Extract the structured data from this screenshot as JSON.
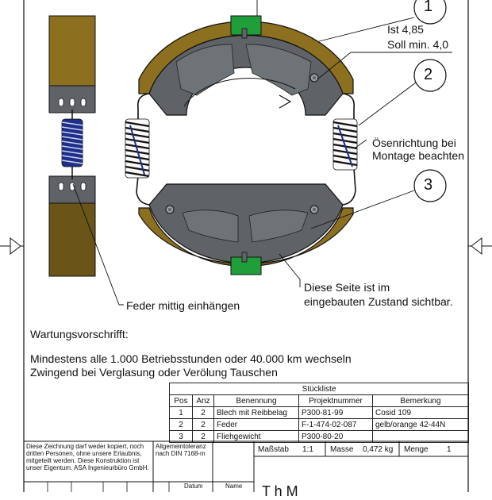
{
  "balloons": [
    "1",
    "2",
    "3"
  ],
  "callouts": {
    "measurement_line1": "Ist 4,85",
    "measurement_line2": "Soll min. 4,0",
    "eye_direction_line1": "Ösenrichtung bei",
    "eye_direction_line2": "Montage beachten",
    "visible_side_line1": "Diese Seite ist im",
    "visible_side_line2": "eingebauten Zustand sichtbar.",
    "spring_hook": "Feder mittig einhängen"
  },
  "notes": {
    "heading": "Wartungsvorschrifft:",
    "line1": "Mindestens alle 1.000 Betriebsstunden oder 40.000 km wechseln",
    "line2": "Zwingend bei Verglasung oder Verölung Tauschen"
  },
  "bom": {
    "title": "Stückliste",
    "headers": [
      "Pos",
      "Anz",
      "Benennung",
      "Projektnummer",
      "Bemerkung"
    ],
    "rows": [
      [
        "1",
        "2",
        "Blech mit Reibbelag",
        "P300-81-99",
        "Cosid 109"
      ],
      [
        "2",
        "2",
        "Feder",
        "F-1-474-02-087",
        "gelb/orange 42-44N"
      ],
      [
        "3",
        "2",
        "Fliehgewicht",
        "P300-80-20",
        ""
      ]
    ]
  },
  "title_block": {
    "copyright": "Diese Zeichnung darf weder kopiert, noch dritten Personen, ohne unsere Erlaubnis, mitgeteilt werden. Diese Konstruktion ist unser Eigentum. ASA Ingenieurbüro GmbH.",
    "tolerance": "Allgemeintoleranz nach DIN 7168-m",
    "scale_label": "Maßstab",
    "scale_value": "1:1",
    "mass_label": "Masse",
    "mass_value": "0,472 kg",
    "quantity_label": "Menge",
    "quantity_value": "1",
    "date_label": "Datum",
    "name_label": "Name",
    "title_partial": "T  h  M"
  },
  "colors": {
    "lining": "#8c6f1f",
    "lining_dark": "#6b5418",
    "shoe_plate": "#5f6367",
    "green_marker": "#1f9e3a",
    "spring_blue": "#1e2f8c",
    "line": "#111111"
  }
}
